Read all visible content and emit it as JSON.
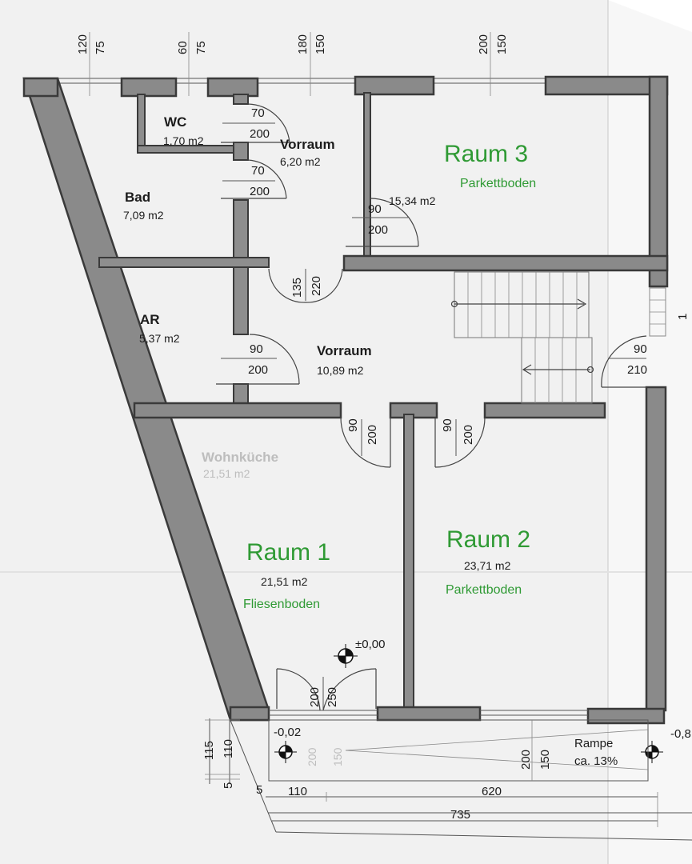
{
  "rooms": {
    "wc": {
      "name": "WC",
      "area": "1,70 m2"
    },
    "vorraum_top": {
      "name": "Vorraum",
      "area": "6,20 m2"
    },
    "bad": {
      "name": "Bad",
      "area": "7,09 m2"
    },
    "raum3": {
      "name": "Raum 3",
      "floor": "Parkettboden",
      "area": "15,34 m2"
    },
    "ar": {
      "name": "AR",
      "area": "5,37 m2"
    },
    "vorraum_main": {
      "name": "Vorraum",
      "area": "10,89 m2"
    },
    "wohnkueche": {
      "name": "Wohnküche",
      "area": "21,51 m2"
    },
    "raum1": {
      "name": "Raum 1",
      "area": "21,51 m2",
      "floor": "Fliesenboden"
    },
    "raum2": {
      "name": "Raum 2",
      "area": "23,71 m2",
      "floor": "Parkettboden"
    }
  },
  "top_dims": {
    "d1": "120",
    "d2": "75",
    "d3": "60",
    "d4": "75",
    "d5": "180",
    "d6": "150",
    "d7": "200",
    "d8": "150"
  },
  "doors": {
    "wc_w": "70",
    "wc_h": "200",
    "bad_w": "70",
    "bad_h": "200",
    "raum3_w": "90",
    "raum3_h": "200",
    "vor_w": "135",
    "vor_h": "220",
    "ar_w": "90",
    "ar_h": "200",
    "right_w": "90",
    "right_h": "210",
    "r1_w": "90",
    "r1_h": "200",
    "r2_w": "90",
    "r2_h": "200",
    "entry_w": "200",
    "entry_h": "250",
    "ramp_w": "200",
    "ramp_h": "150",
    "ghost_w": "200",
    "ghost_h": "150"
  },
  "levels": {
    "floor": "±0,00",
    "outside": "-0,02",
    "ramp_edge": "-0,8"
  },
  "ramp": {
    "label": "Rampe",
    "slope": "ca. 13%"
  },
  "bottom_dims": {
    "v115": "115",
    "v110": "110",
    "v5a": "5",
    "h5": "5",
    "h110": "110",
    "h620": "620",
    "h735": "735"
  },
  "right_edge_label": "1"
}
